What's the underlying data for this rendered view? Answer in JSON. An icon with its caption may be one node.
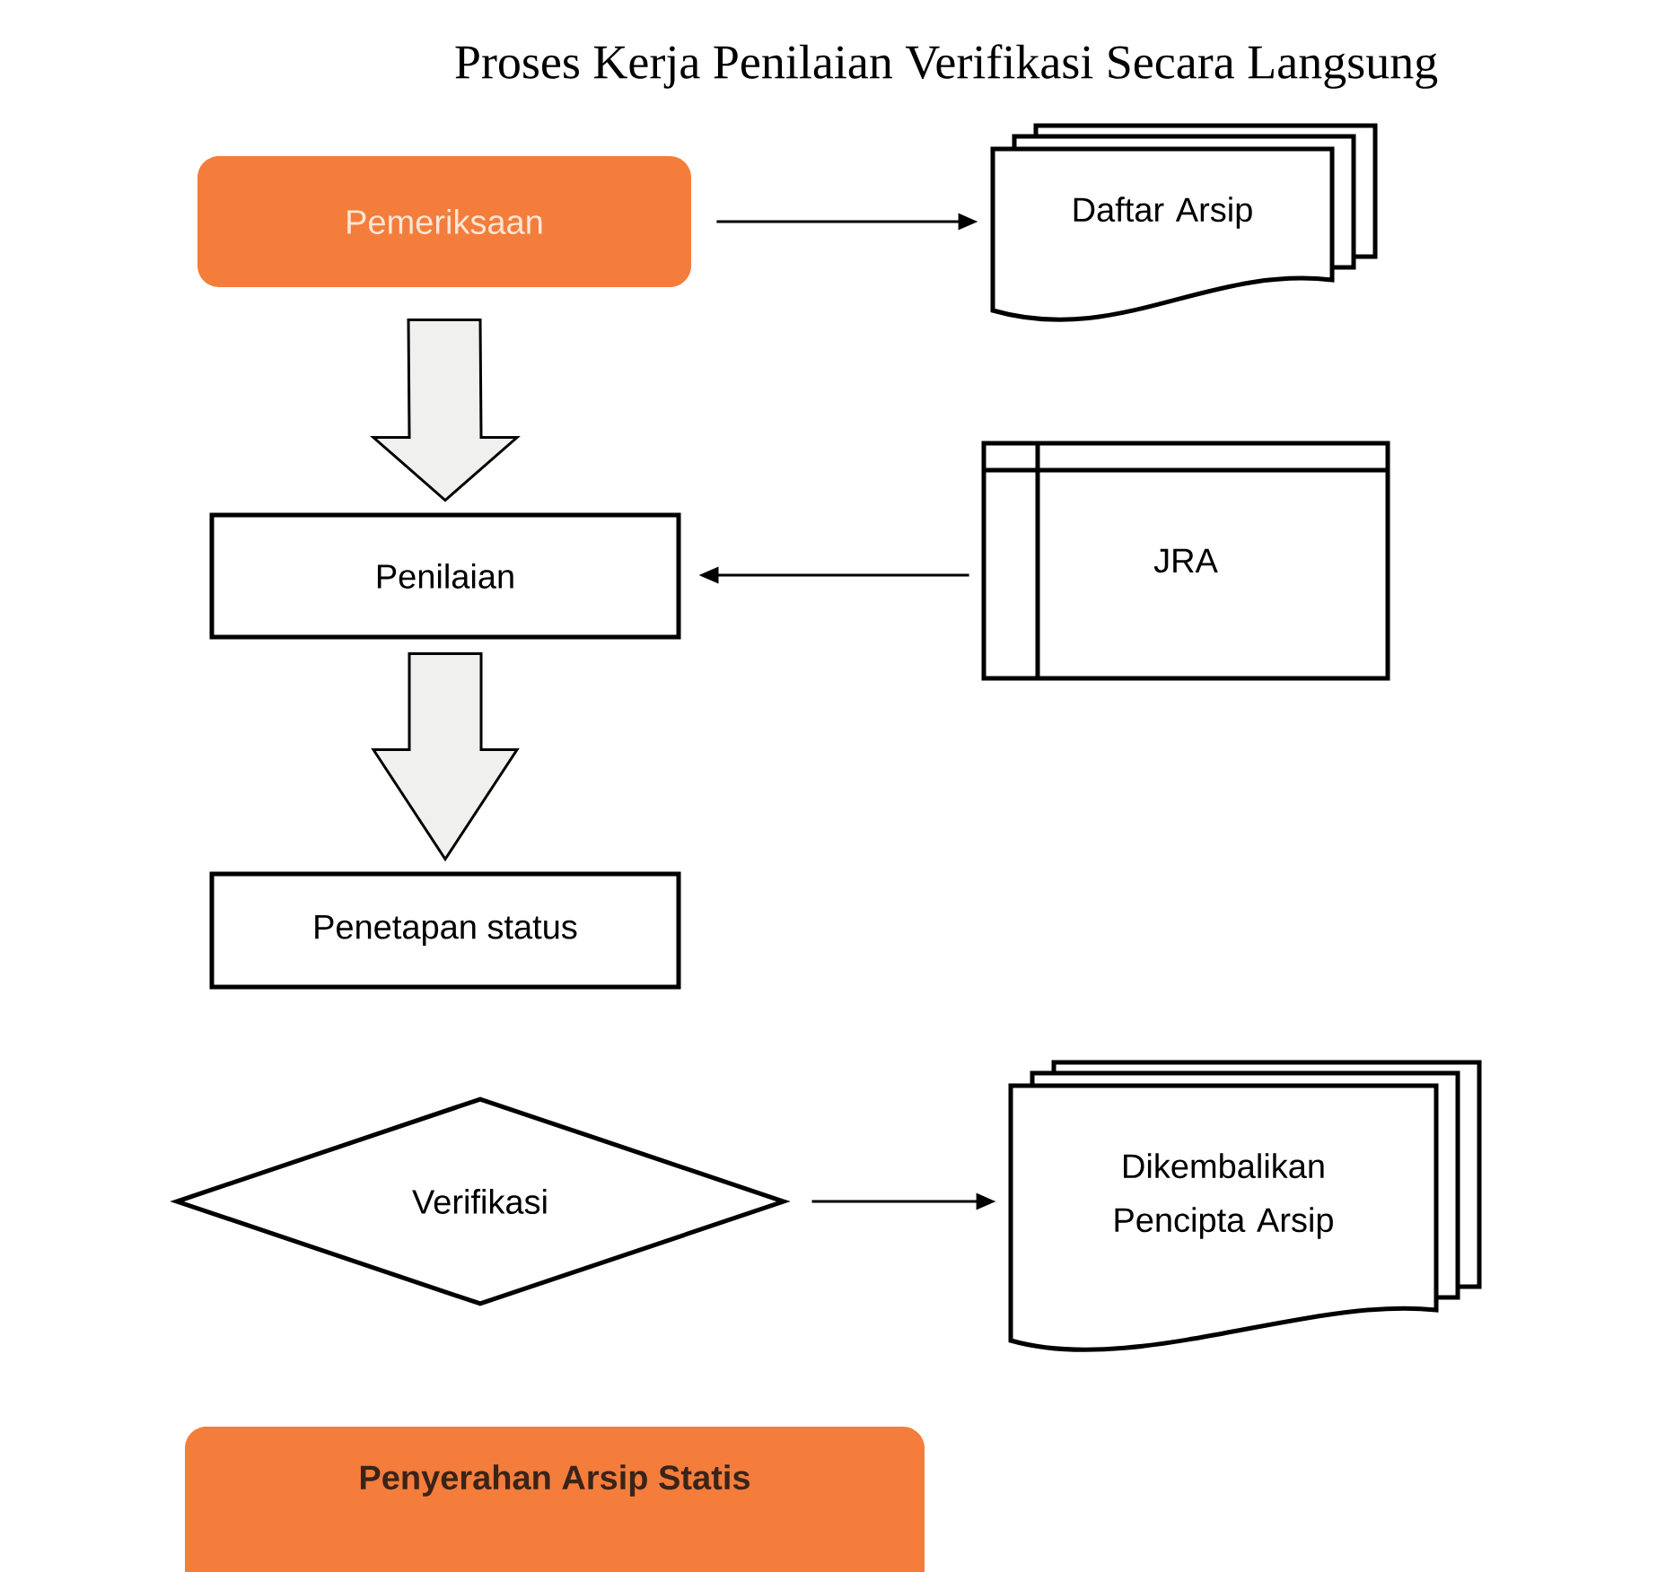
{
  "diagram": {
    "title": "Proses Kerja Penilaian Verifikasi Secara Langsung",
    "nodes": [
      {
        "text": [
          "Pemeriksaan"
        ]
      },
      {
        "text": [
          "Daftar Arsip"
        ]
      },
      {
        "text": [
          "Penilaian"
        ]
      },
      {
        "text": [
          "JRA"
        ]
      },
      {
        "text": [
          "Penetapan status"
        ]
      },
      {
        "text": [
          "Verifikasi"
        ]
      },
      {
        "text": [
          "Dikembalikan Pencipta Arsip"
        ]
      },
      {
        "text": [
          "Penyerahan Arsip Statis"
        ]
      }
    ],
    "edges": [
      {
        "from": 0,
        "to": 1,
        "arrow": "to"
      },
      {
        "from": 0,
        "to": 2,
        "arrow": "to",
        "style": "thick"
      },
      {
        "from": 3,
        "to": 2,
        "arrow": "to"
      },
      {
        "from": 2,
        "to": 4,
        "arrow": "to",
        "style": "thick"
      },
      {
        "from": 5,
        "to": 6,
        "arrow": "to"
      }
    ]
  }
}
